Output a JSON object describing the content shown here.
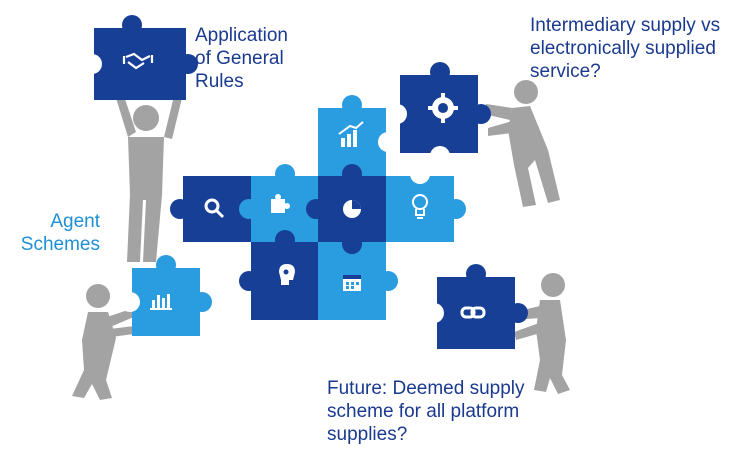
{
  "colors": {
    "dark_blue": "#173f96",
    "light_blue": "#2a9ce0",
    "person_gray": "#a3a3a3",
    "text_dark": "#1a3a8f",
    "text_light": "#1f8fd6"
  },
  "labels": {
    "general_rules": "Application\nof General\nRules",
    "intermediary": "Intermediary supply vs\nelectronically supplied\nservice?",
    "agent_schemes": "Agent\nSchemes",
    "future": "Future: Deemed supply\nscheme for all platform\nsupplies?"
  },
  "pieces": {
    "handshake": "handshake-icon",
    "gear": "gear-icon",
    "chart_top": "bar-chart-icon",
    "search": "magnifier-icon",
    "puzzle": "puzzle-icon",
    "pie": "pie-chart-icon",
    "bulb": "lightbulb-icon",
    "head": "head-gears-icon",
    "calendar": "calendar-icon",
    "chart_left": "bar-chart-icon",
    "link": "chain-link-icon"
  }
}
